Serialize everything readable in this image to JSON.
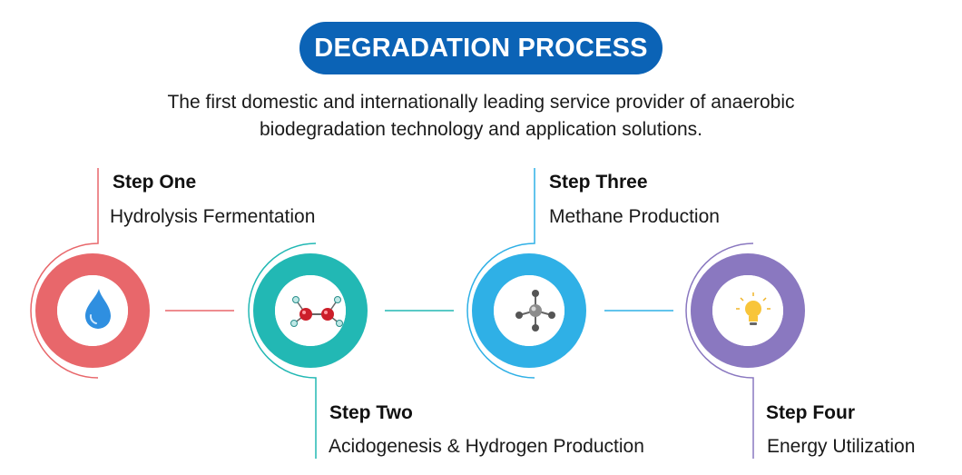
{
  "header": {
    "title": "DEGRADATION PROCESS",
    "subtitle_line1": "The first domestic and internationally leading service provider of anaerobic",
    "subtitle_line2": "biodegradation technology and application solutions."
  },
  "steps": [
    {
      "title": "Step One",
      "desc": "Hydrolysis Fermentation",
      "icon": "water-drop-icon",
      "color": "#e8676b"
    },
    {
      "title": "Step Two",
      "desc": "Acidogenesis & Hydrogen Production",
      "icon": "hydrogen-molecule-icon",
      "color": "#22b8b4"
    },
    {
      "title": "Step Three",
      "desc": "Methane Production",
      "icon": "methane-molecule-icon",
      "color": "#2fb0e6"
    },
    {
      "title": "Step Four",
      "desc": "Energy Utilization",
      "icon": "light-bulb-icon",
      "color": "#8a78c0"
    }
  ],
  "colors": {
    "title_bg": "#0b63b6",
    "drop_blue": "#2f8fe0"
  }
}
